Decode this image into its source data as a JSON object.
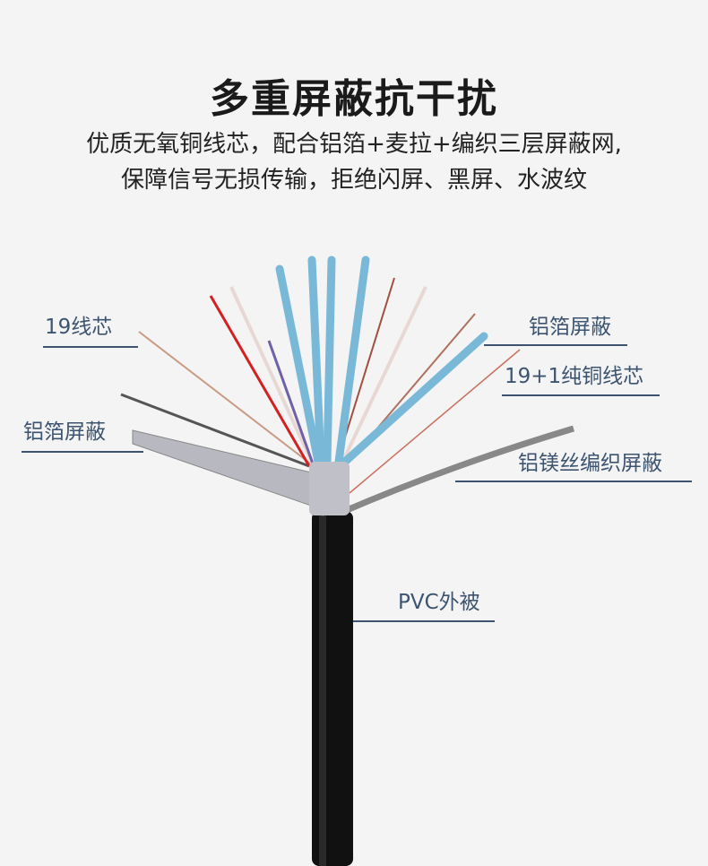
{
  "title": "多重屏蔽抗干扰",
  "subtitle_lines": [
    "优质无氧铜线芯，配合铝箔+麦拉+编织三层屏蔽网,",
    "保障信号无损传输，拒绝闪屏、黑屏、水波纹"
  ],
  "labels": {
    "core19": "19线芯",
    "foil_left": "铝箔屏蔽",
    "foil_right": "铝箔屏蔽",
    "copper": "19+1纯铜线芯",
    "braid": "铝镁丝编织屏蔽",
    "jacket": "PVC外被"
  },
  "colors": {
    "label": "#3d5470",
    "background": "#f4f4f4",
    "cable": "#111111",
    "blue_wire": "#7ab8d8"
  }
}
